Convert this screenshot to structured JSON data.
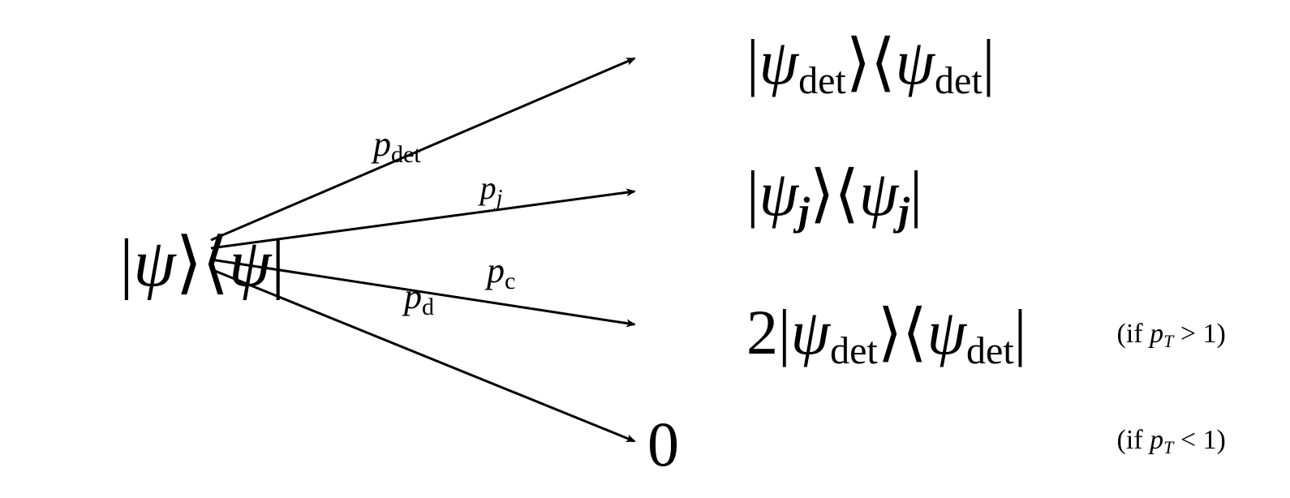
{
  "nodes": {
    "source": {
      "bar_left": "|",
      "ket": "ψ",
      "ket_close": "⟩",
      "bra_open": "⟨",
      "bra": "ψ",
      "bar_right": "|"
    },
    "det": {
      "ket": "ψ",
      "ket_sub": "det",
      "bra": "ψ",
      "bra_sub": "det"
    },
    "j": {
      "ket": "ψ",
      "ket_sub": "j",
      "bra": "ψ",
      "bra_sub": "j"
    },
    "clone": {
      "prefix": "2",
      "ket": "ψ",
      "ket_sub": "det",
      "bra": "ψ",
      "bra_sub": "det"
    },
    "zero": {
      "value": "0"
    }
  },
  "edges": {
    "det": {
      "p": "p",
      "sub": "det"
    },
    "j": {
      "p": "p",
      "sub": "j"
    },
    "c": {
      "p": "p",
      "sub": "c"
    },
    "d": {
      "p": "p",
      "sub": "d"
    }
  },
  "conditions": {
    "clone": {
      "open": "(if ",
      "p": "p",
      "sub": "T",
      "rel": " > 1)"
    },
    "zero": {
      "open": "(if ",
      "p": "p",
      "sub": "T",
      "rel": " < 1)"
    }
  },
  "symbols": {
    "bar": "|",
    "ket_close": "⟩",
    "bra_open": "⟨"
  },
  "colors": {
    "ink": "#000000",
    "background": "#ffffff"
  }
}
